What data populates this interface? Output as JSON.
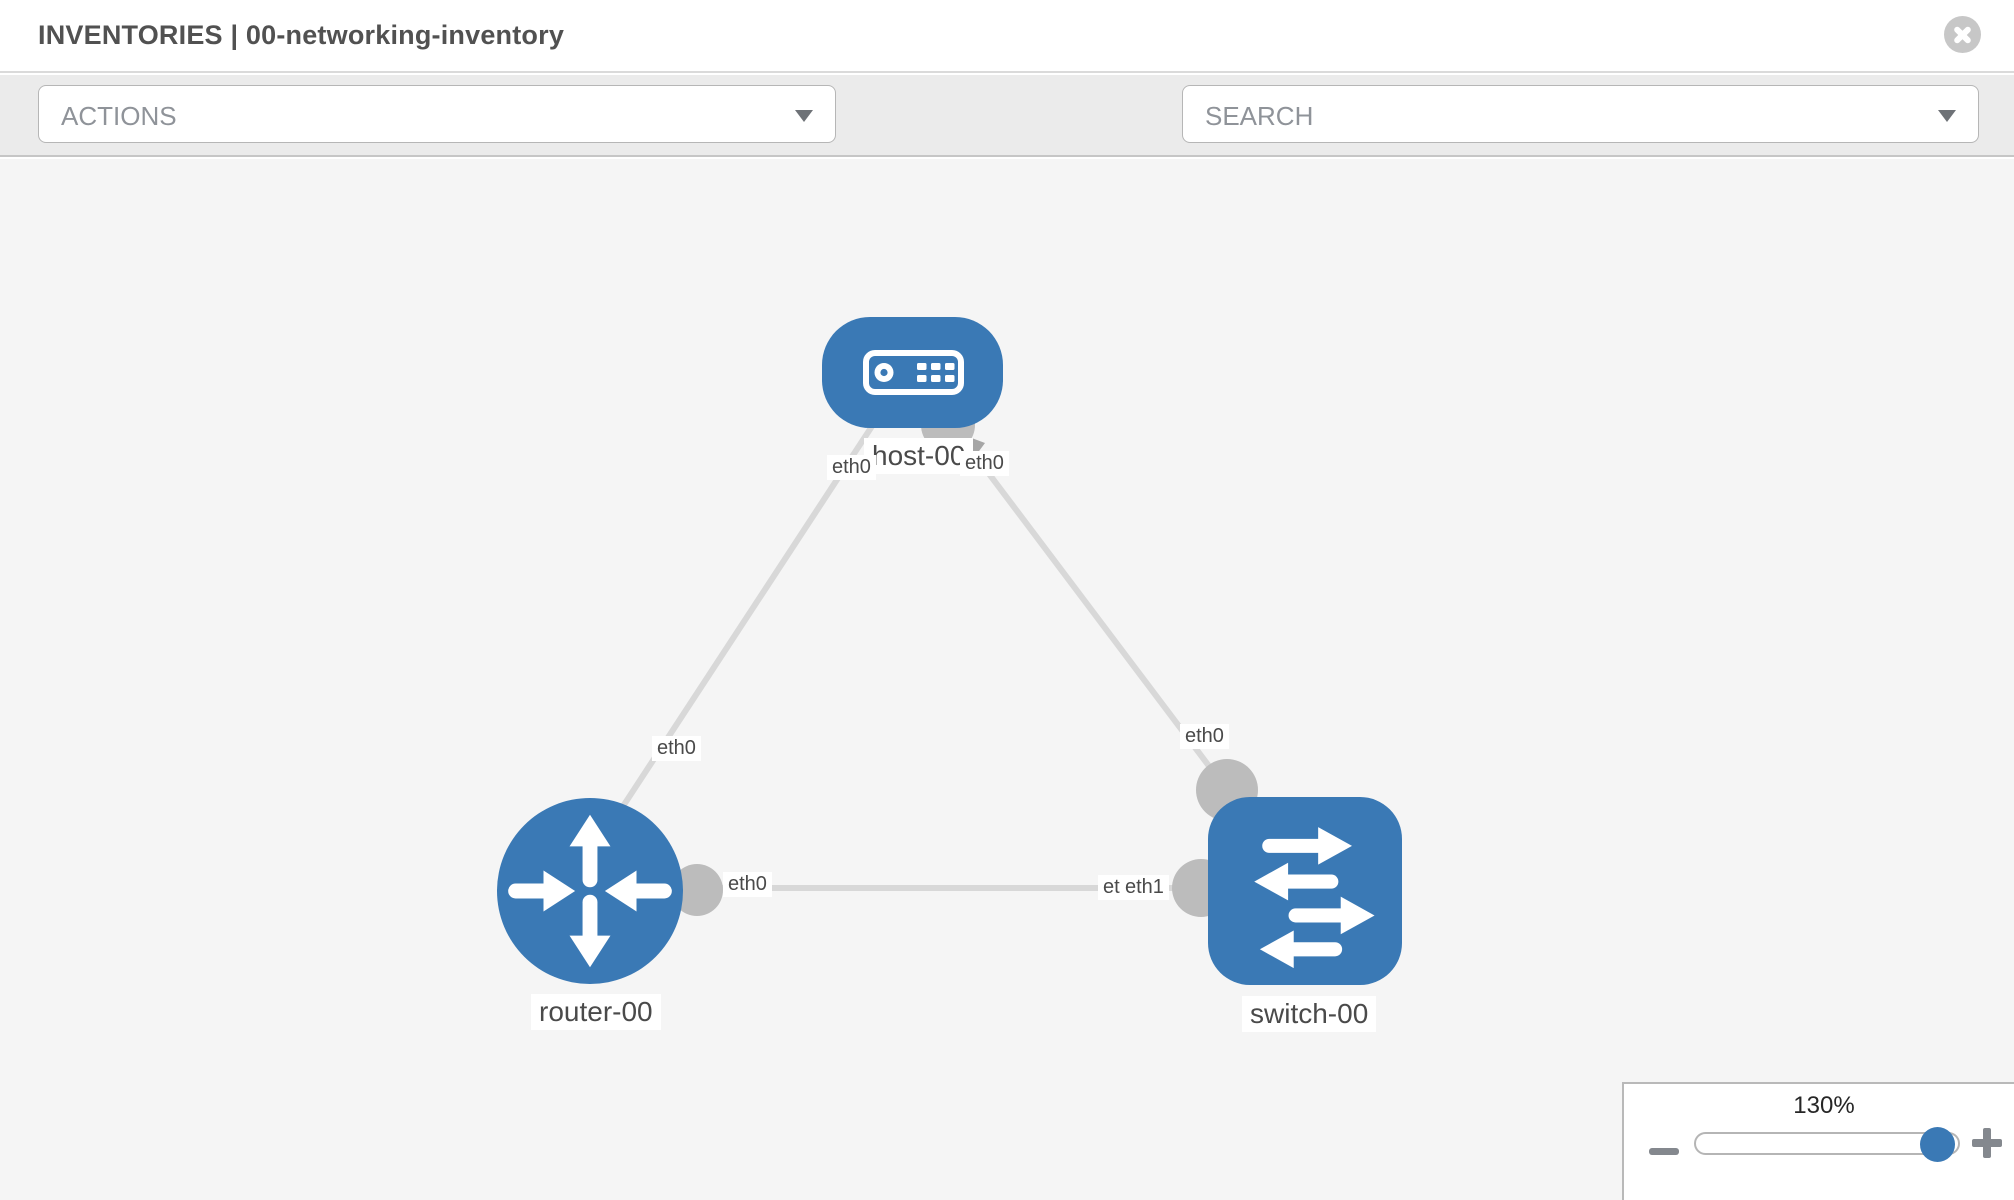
{
  "header": {
    "title": "INVENTORIES | 00-networking-inventory",
    "close_icon": "circle-x"
  },
  "toolbar": {
    "actions_label": "ACTIONS",
    "search_label": "SEARCH",
    "icons": [
      "wrench-icon",
      "key-icon",
      "caret-down-icon"
    ]
  },
  "colors": {
    "node_blue": "#3a79b5",
    "link_gray": "#d8d8d8",
    "connector_gray": "#bcbcbc",
    "toolbar_bg": "#ebebeb",
    "canvas_bg": "#f5f5f5",
    "label_text": "#4a4a4a"
  },
  "topology": {
    "nodes": [
      {
        "label": "host-00",
        "type": "host",
        "icon": "host-icon"
      },
      {
        "label": "router-00",
        "type": "router",
        "icon": "router-icon"
      },
      {
        "label": "switch-00",
        "type": "switch",
        "icon": "switch-icon"
      }
    ],
    "links": [
      {
        "source": "host-00",
        "target": "router-00"
      },
      {
        "source": "host-00",
        "target": "switch-00"
      },
      {
        "source": "router-00",
        "target": "switch-00"
      }
    ],
    "port_labels": [
      {
        "text": "eth0",
        "location": "host-left"
      },
      {
        "text": "eth0",
        "location": "host-right"
      },
      {
        "text": "eth0",
        "location": "link-host-router"
      },
      {
        "text": "eth0",
        "location": "link-host-switch"
      },
      {
        "text": "eth0",
        "location": "link-router-switch-near-router"
      },
      {
        "text": "eth0",
        "location": "link-router-switch-near-switch-back"
      },
      {
        "text": "eth1",
        "location": "link-router-switch-near-switch-front"
      }
    ]
  },
  "zoom_control": {
    "level": "130%",
    "minus_icon": "minus-icon",
    "plus_icon": "plus-icon"
  }
}
